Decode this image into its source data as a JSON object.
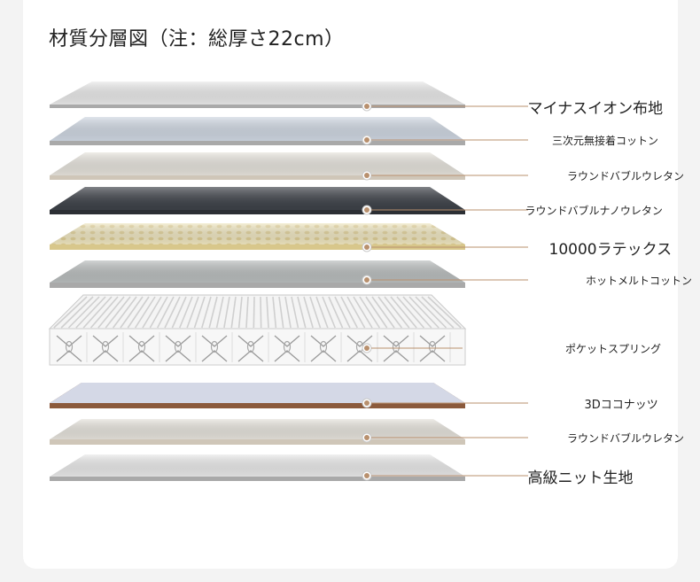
{
  "title": "材質分層図（注：総厚さ22cm）",
  "layers": [
    {
      "name": "マイナスイオン布地",
      "size": "large",
      "color": "#e9e9e9"
    },
    {
      "name": "三次元無接着コットン",
      "size": "small",
      "color": "#cfd7e2"
    },
    {
      "name": "ラウンドバブルウレタン",
      "size": "small",
      "color": "#e6e3dc"
    },
    {
      "name": "ラウンドバブルナノウレタン",
      "size": "small",
      "color": "#3d4148"
    },
    {
      "name": "10000ラテックス",
      "size": "large",
      "color": "#efe6c0"
    },
    {
      "name": "ホットメルトコットン",
      "size": "small",
      "color": "#b9bdbd"
    },
    {
      "name": "ポケットスプリング",
      "size": "small",
      "color": "#f2f2f2"
    },
    {
      "name": "3Dココナッツ",
      "size": "medium",
      "color": "#8b5a3c"
    },
    {
      "name": "ラウンドバブルウレタン",
      "size": "small",
      "color": "#e6e3dc"
    },
    {
      "name": "高級ニット生地",
      "size": "large",
      "color": "#e9e9e9"
    }
  ]
}
